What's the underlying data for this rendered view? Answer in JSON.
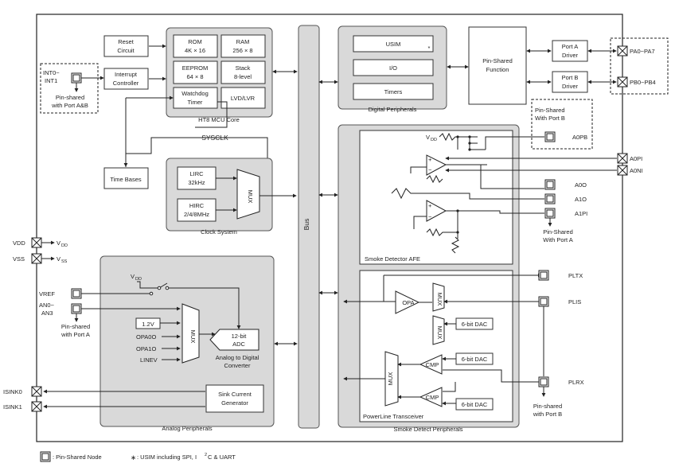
{
  "mcu_core": {
    "title": "HT8 MCU Core",
    "rom": [
      "ROM",
      "4K × 16"
    ],
    "ram": [
      "RAM",
      "256 × 8"
    ],
    "eeprom": [
      "EEPROM",
      "64 × 8"
    ],
    "stack": [
      "Stack",
      "8-level"
    ],
    "watchdog": [
      "Watchdog",
      "Timer"
    ],
    "lvd": "LVD/LVR"
  },
  "reset_circuit": [
    "Reset",
    "Circuit"
  ],
  "interrupt_controller": [
    "Interrupt",
    "Controller"
  ],
  "int_pin": [
    "INT0~",
    "INT1"
  ],
  "int_pinshared": [
    "Pin-shared",
    "with Port A&B"
  ],
  "time_bases": "Time Bases",
  "sysclk": "SYSCLK",
  "clock_system": {
    "title": "Clock System",
    "lirc": [
      "LIRC",
      "32kHz"
    ],
    "hirc": [
      "HIRC",
      "2/4/8MHz"
    ],
    "mux": "MUX"
  },
  "bus": "Bus",
  "digital_peripherals": {
    "title": "Digital Peripherals",
    "usim": "USIM",
    "usim_mark": "*",
    "io": "I/O",
    "timers": "Timers"
  },
  "pin_shared_function": [
    "Pin-Shared",
    "Function"
  ],
  "port_a_driver": [
    "Port A",
    "Driver"
  ],
  "port_b_driver": [
    "Port B",
    "Driver"
  ],
  "pa_label": "PA0~PA7",
  "pb_label": "PB0~PB4",
  "pinshared_port_b_top": [
    "Pin-Shared",
    "With Port B"
  ],
  "a0pb": "A0PB",
  "a0pi": "A0PI",
  "a0ni": "A0NI",
  "a0o": "A0O",
  "a1o": "A1O",
  "a1pi": "A1PI",
  "pinshared_port_a_right": [
    "Pin-Shared",
    "With Port A"
  ],
  "smoke_afe": {
    "title": "Smoke Detector AFE",
    "vdd_main": "V",
    "vdd_sub": "DD"
  },
  "powerline": {
    "title": "PowerLine Transceiver",
    "opa": "OPA",
    "mux": "MUX",
    "cmp": "CMP",
    "dac": "6-bit DAC"
  },
  "smoke_detect_peripherals": "Smoke Detect Peripherals",
  "pltx": "PLTX",
  "plis": "PLIS",
  "plrx": "PLRX",
  "pinshared_port_b_bottom": [
    "Pin-shared",
    "with Port B"
  ],
  "supply": {
    "vdd": "VDD",
    "vss": "VSS",
    "vdd_out_main": "V",
    "vdd_out_sub": "DD",
    "vss_out_main": "V",
    "vss_out_sub": "SS"
  },
  "analog": {
    "title": "Analog Peripherals",
    "vdd_main": "V",
    "vdd_sub": "DD",
    "vref": "VREF",
    "an": [
      "AN0~",
      "AN3"
    ],
    "pinshared": [
      "Pin-shared",
      "with Port A"
    ],
    "v12": "1.2V",
    "opa0o": "OPA0O",
    "opa1o": "OPA1O",
    "linev": "LINEV",
    "mux": "MUX",
    "adc": [
      "12-bit",
      "ADC"
    ],
    "adc_caption": [
      "Analog to Digital",
      "Converter"
    ],
    "sink": [
      "Sink Current",
      "Generator"
    ]
  },
  "isink0": "ISINK0",
  "isink1": "ISINK1",
  "legend": {
    "pin_node": ": Pin-Shared Node",
    "usim_note_mark": "∗",
    "usim_note_a": ": USIM including SPI, I",
    "usim_note_sup": "2",
    "usim_note_b": "C & UART"
  }
}
